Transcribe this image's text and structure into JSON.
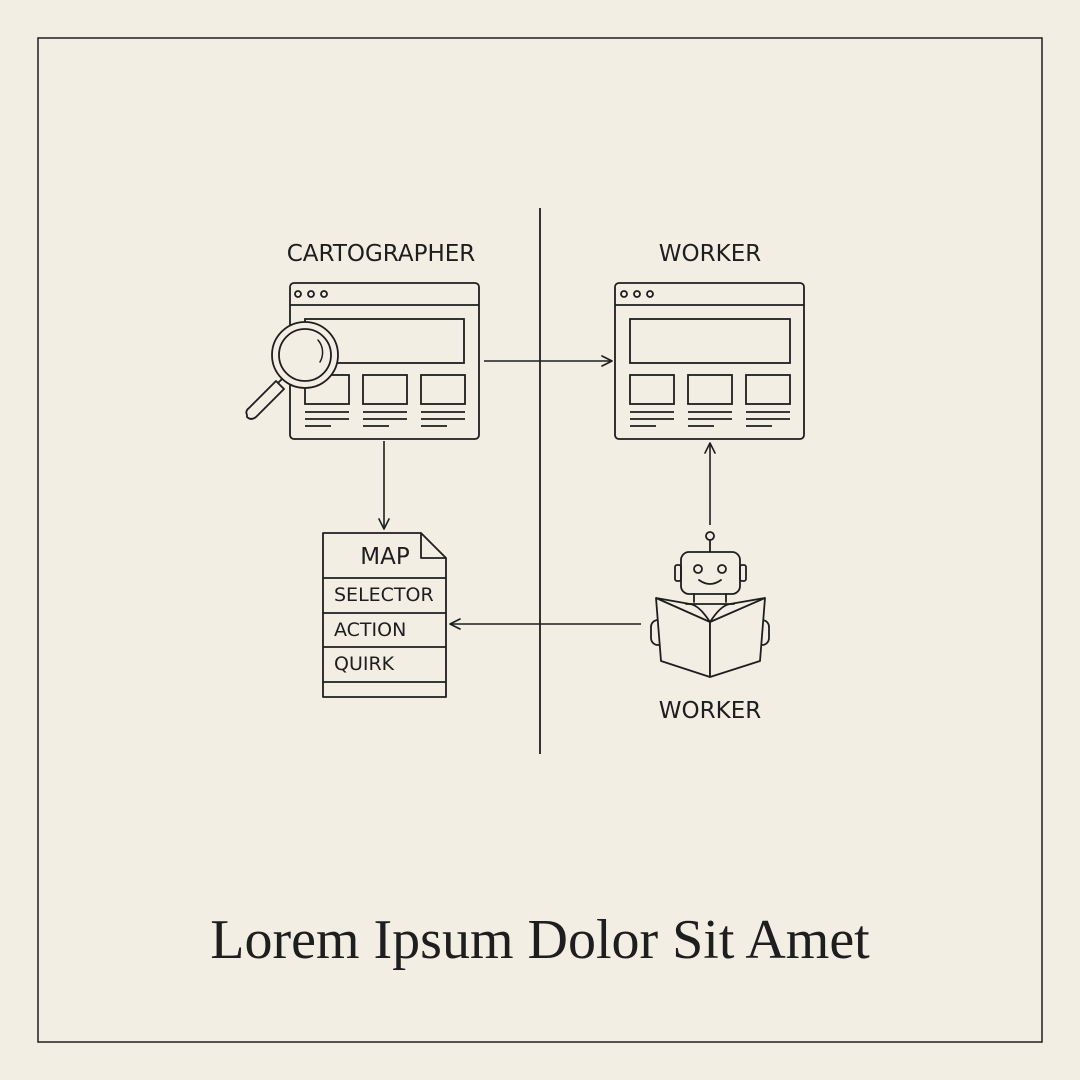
{
  "labels": {
    "cartographer": "CARTOGRAPHER",
    "worker_top": "WORKER",
    "worker_bottom": "WORKER"
  },
  "map_document": {
    "title": "MAP",
    "rows": [
      "SELECTOR",
      "ACTION",
      "QUIRK"
    ]
  },
  "caption": "Lorem Ipsum Dolor Sit Amet",
  "icons": {
    "cartographer": [
      "browser-window-icon",
      "magnifying-glass-icon"
    ],
    "worker_top": [
      "browser-window-icon"
    ],
    "map": [
      "document-icon"
    ],
    "worker_bottom": [
      "robot-icon",
      "open-book-icon"
    ]
  },
  "colors": {
    "background": "#f3eee4",
    "ink": "#1e1e1e"
  }
}
